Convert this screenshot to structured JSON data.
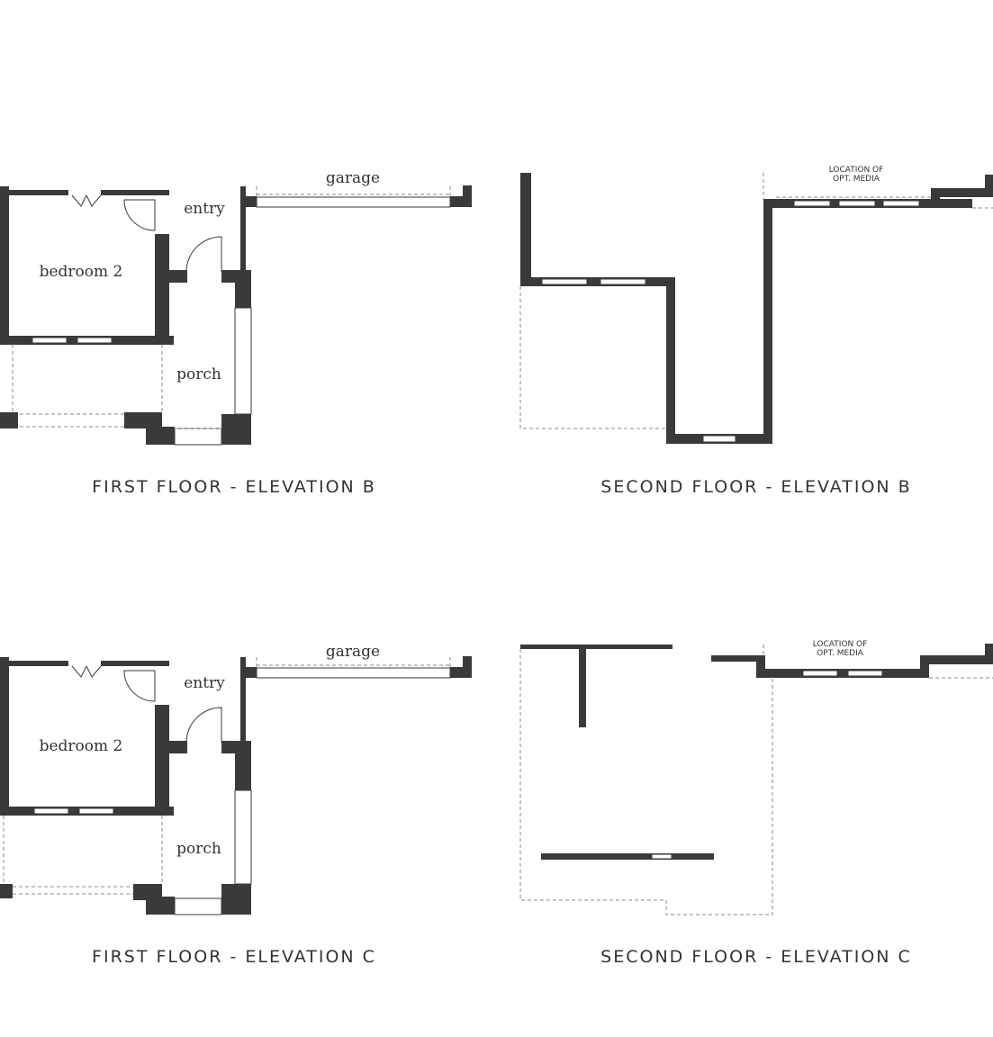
{
  "panels": [
    {
      "caption": "FIRST FLOOR - ELEVATION B",
      "rooms": {
        "garage": "garage",
        "entry": "entry",
        "bedroom": "bedroom 2",
        "porch": "porch"
      }
    },
    {
      "caption": "SECOND FLOOR - ELEVATION B",
      "note_line1": "LOCATION OF",
      "note_line2": "OPT. MEDIA"
    },
    {
      "caption": "FIRST FLOOR - ELEVATION C",
      "rooms": {
        "garage": "garage",
        "entry": "entry",
        "bedroom": "bedroom 2",
        "porch": "porch"
      }
    },
    {
      "caption": "SECOND FLOOR - ELEVATION C",
      "note_line1": "LOCATION OF",
      "note_line2": "OPT. MEDIA"
    }
  ],
  "colors": {
    "wall": "#3a3a3c",
    "text": "#333333",
    "dashed": "#8a8a8a"
  }
}
